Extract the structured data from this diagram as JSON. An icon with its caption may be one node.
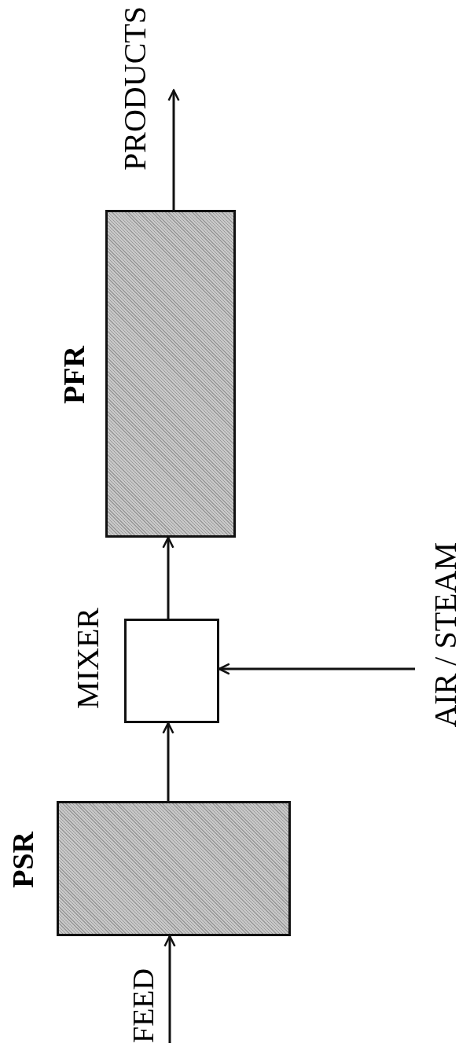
{
  "diagram": {
    "nodes": [
      {
        "text": [
          "FEED"
        ]
      },
      {
        "text": [
          "PSR"
        ]
      },
      {
        "text": [
          "MIXER"
        ]
      },
      {
        "text": [
          "PFR"
        ]
      },
      {
        "text": [
          "AIR / STEAM"
        ]
      },
      {
        "text": [
          "PRODUCTS"
        ]
      }
    ],
    "edges": [
      {
        "from": 0,
        "to": 1,
        "arrow": "to"
      },
      {
        "from": 1,
        "to": 2,
        "arrow": "to"
      },
      {
        "from": 2,
        "to": 3,
        "arrow": "to"
      },
      {
        "from": 4,
        "to": 2,
        "arrow": "to"
      },
      {
        "from": 3,
        "to": 5,
        "arrow": "to"
      }
    ]
  }
}
